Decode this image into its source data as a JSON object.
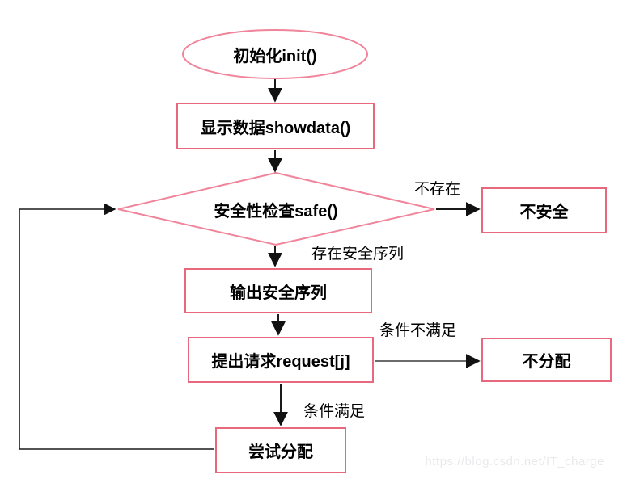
{
  "diagram": {
    "title_hint": "banker-algorithm-flowchart",
    "colors": {
      "rect_border": "#e8697e",
      "ellipse_border": "#f0849a",
      "diamond_border": "#f0849a",
      "arrow": "#1a1a1a",
      "arrow_grey": "#6b6b6b",
      "text": "#000000",
      "watermark": "#e9e9ec",
      "background": "#ffffff"
    },
    "nodes": {
      "init": {
        "shape": "ellipse",
        "label": "初始化init()"
      },
      "showdata": {
        "shape": "rect",
        "label": "显示数据showdata()"
      },
      "safe_check": {
        "shape": "diamond",
        "label": "安全性检查safe()"
      },
      "unsafe": {
        "shape": "rect",
        "label": "不安全"
      },
      "output_sequence": {
        "shape": "rect",
        "label": "输出安全序列"
      },
      "request": {
        "shape": "rect",
        "label": "提出请求request[j]"
      },
      "no_allocate": {
        "shape": "rect",
        "label": "不分配"
      },
      "try_allocate": {
        "shape": "rect",
        "label": "尝试分配"
      }
    },
    "edge_labels": {
      "not_exist": "不存在",
      "exist_safe_sequence": "存在安全序列",
      "condition_not_met": "条件不满足",
      "condition_met": "条件满足"
    },
    "edges": [
      "init -> showdata",
      "showdata -> safe_check",
      "safe_check -> unsafe : 不存在",
      "safe_check -> output_sequence : 存在安全序列",
      "output_sequence -> request",
      "request -> no_allocate : 条件不满足",
      "request -> try_allocate : 条件满足",
      "try_allocate -> safe_check (loop back)"
    ],
    "watermark": "https://blog.csdn.net/IT_charge"
  }
}
